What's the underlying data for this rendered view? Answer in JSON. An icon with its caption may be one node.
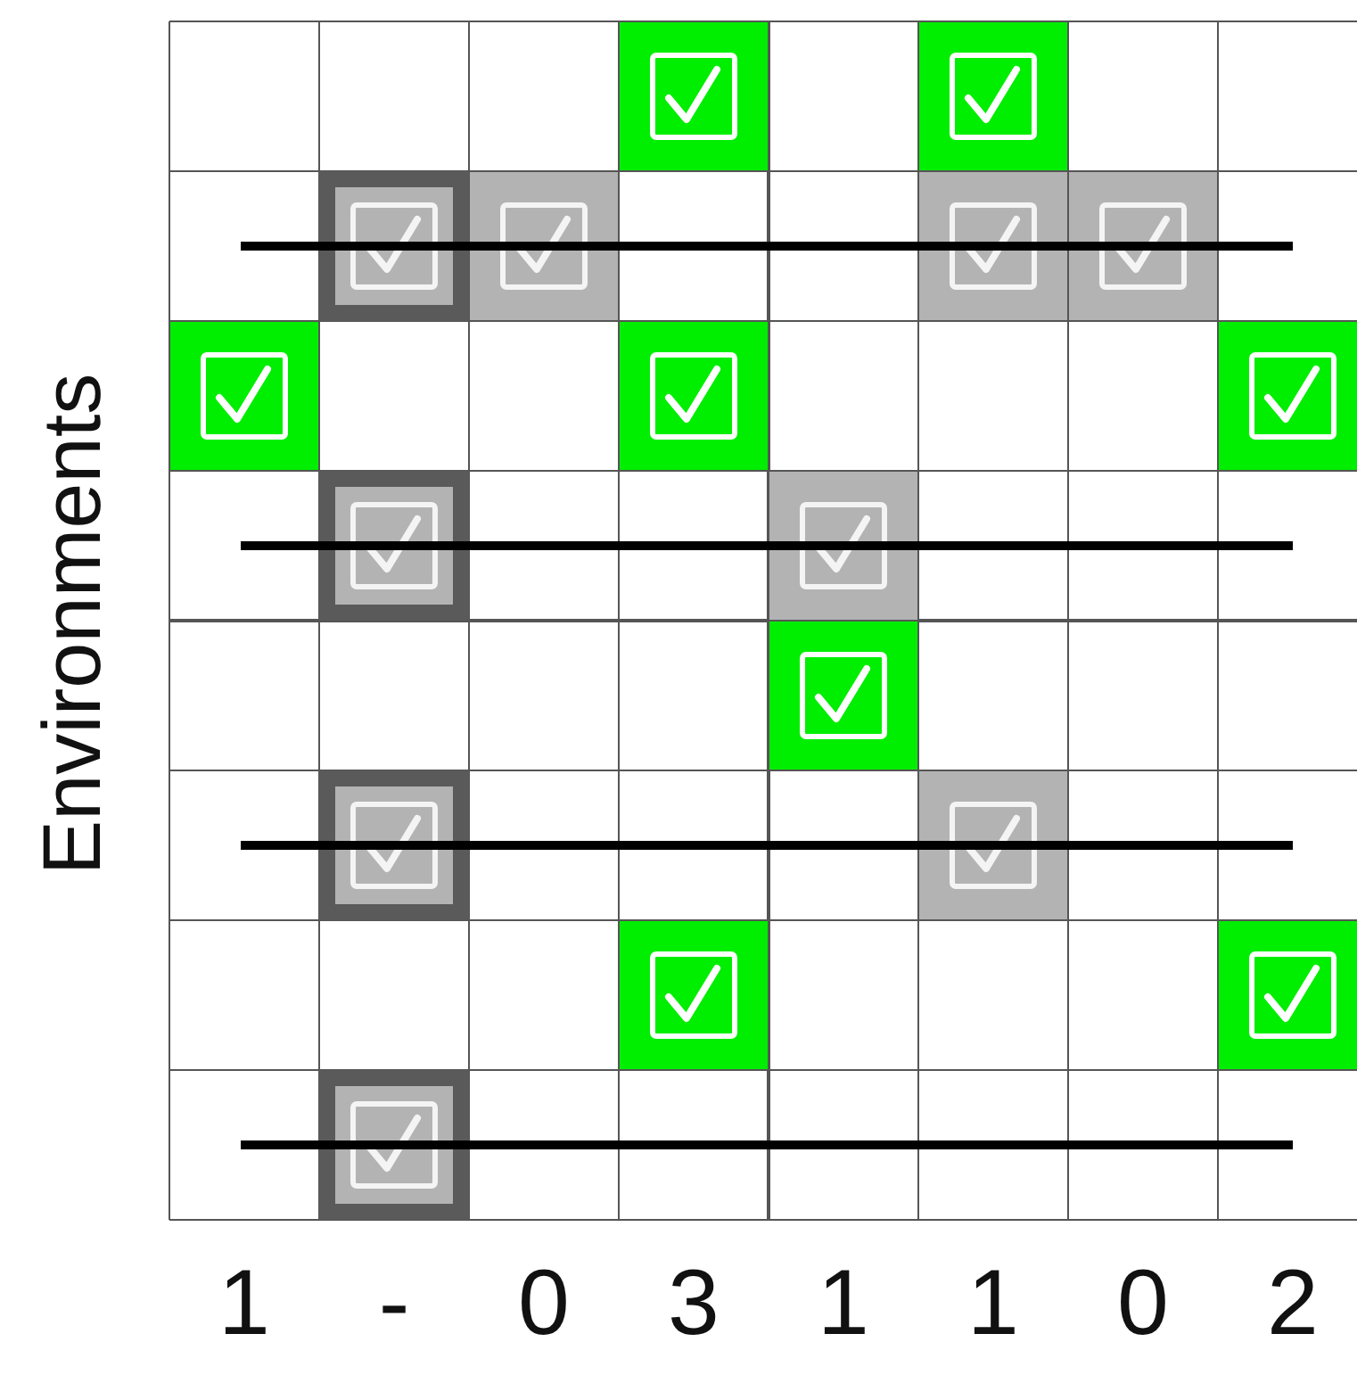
{
  "diagram": {
    "labels": [
      "Environments",
      "1",
      "-",
      "0",
      "3",
      "1",
      "1",
      "0",
      "2"
    ]
  }
}
